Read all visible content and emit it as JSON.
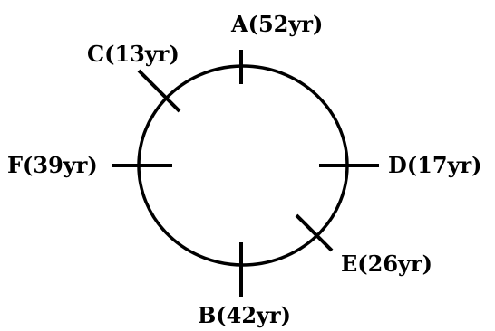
{
  "seats": [
    {
      "id": "A",
      "label": "A(52yr)"
    },
    {
      "id": "B",
      "label": "B(42yr)"
    },
    {
      "id": "C",
      "label": "C(13yr)"
    },
    {
      "id": "D",
      "label": "D(17yr)"
    },
    {
      "id": "E",
      "label": "E(26yr)"
    },
    {
      "id": "F",
      "label": "F(39yr)"
    }
  ],
  "colors": {
    "stroke": "#000000",
    "background": "#ffffff"
  }
}
